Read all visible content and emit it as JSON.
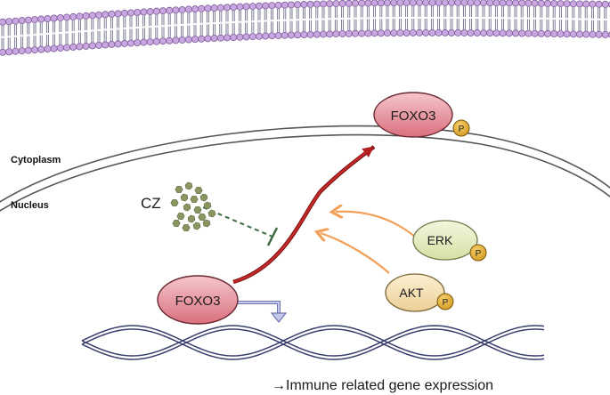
{
  "labels": {
    "cytoplasm": "Cytoplasm",
    "nucleus": "Nucleus",
    "cz": "CZ",
    "foxo3_top": "FOXO3",
    "foxo3_bottom": "FOXO3",
    "erk": "ERK",
    "akt": "AKT",
    "phospho": "P",
    "gene_expression": "→Immune related gene expression"
  },
  "colors": {
    "membrane_head": "#c9a7e0",
    "membrane_head_stroke": "#7d5a9a",
    "foxo3_fill": "#e8909b",
    "erk_fill": "#e3ecc0",
    "akt_fill": "#f3dfb0",
    "phospho_fill": "#e2b23a",
    "translocation_arrow": "#b21e1e",
    "kinase_arrow": "#f3a15a",
    "inhibition_line": "#3e6b45",
    "drug_particles": "#8a9660",
    "dna_strand": "#3a3f6e",
    "transcription_arrow": "#8f95c9"
  },
  "icons": {
    "phospho_badge": "circle-badge",
    "drug": "particle-cluster"
  }
}
